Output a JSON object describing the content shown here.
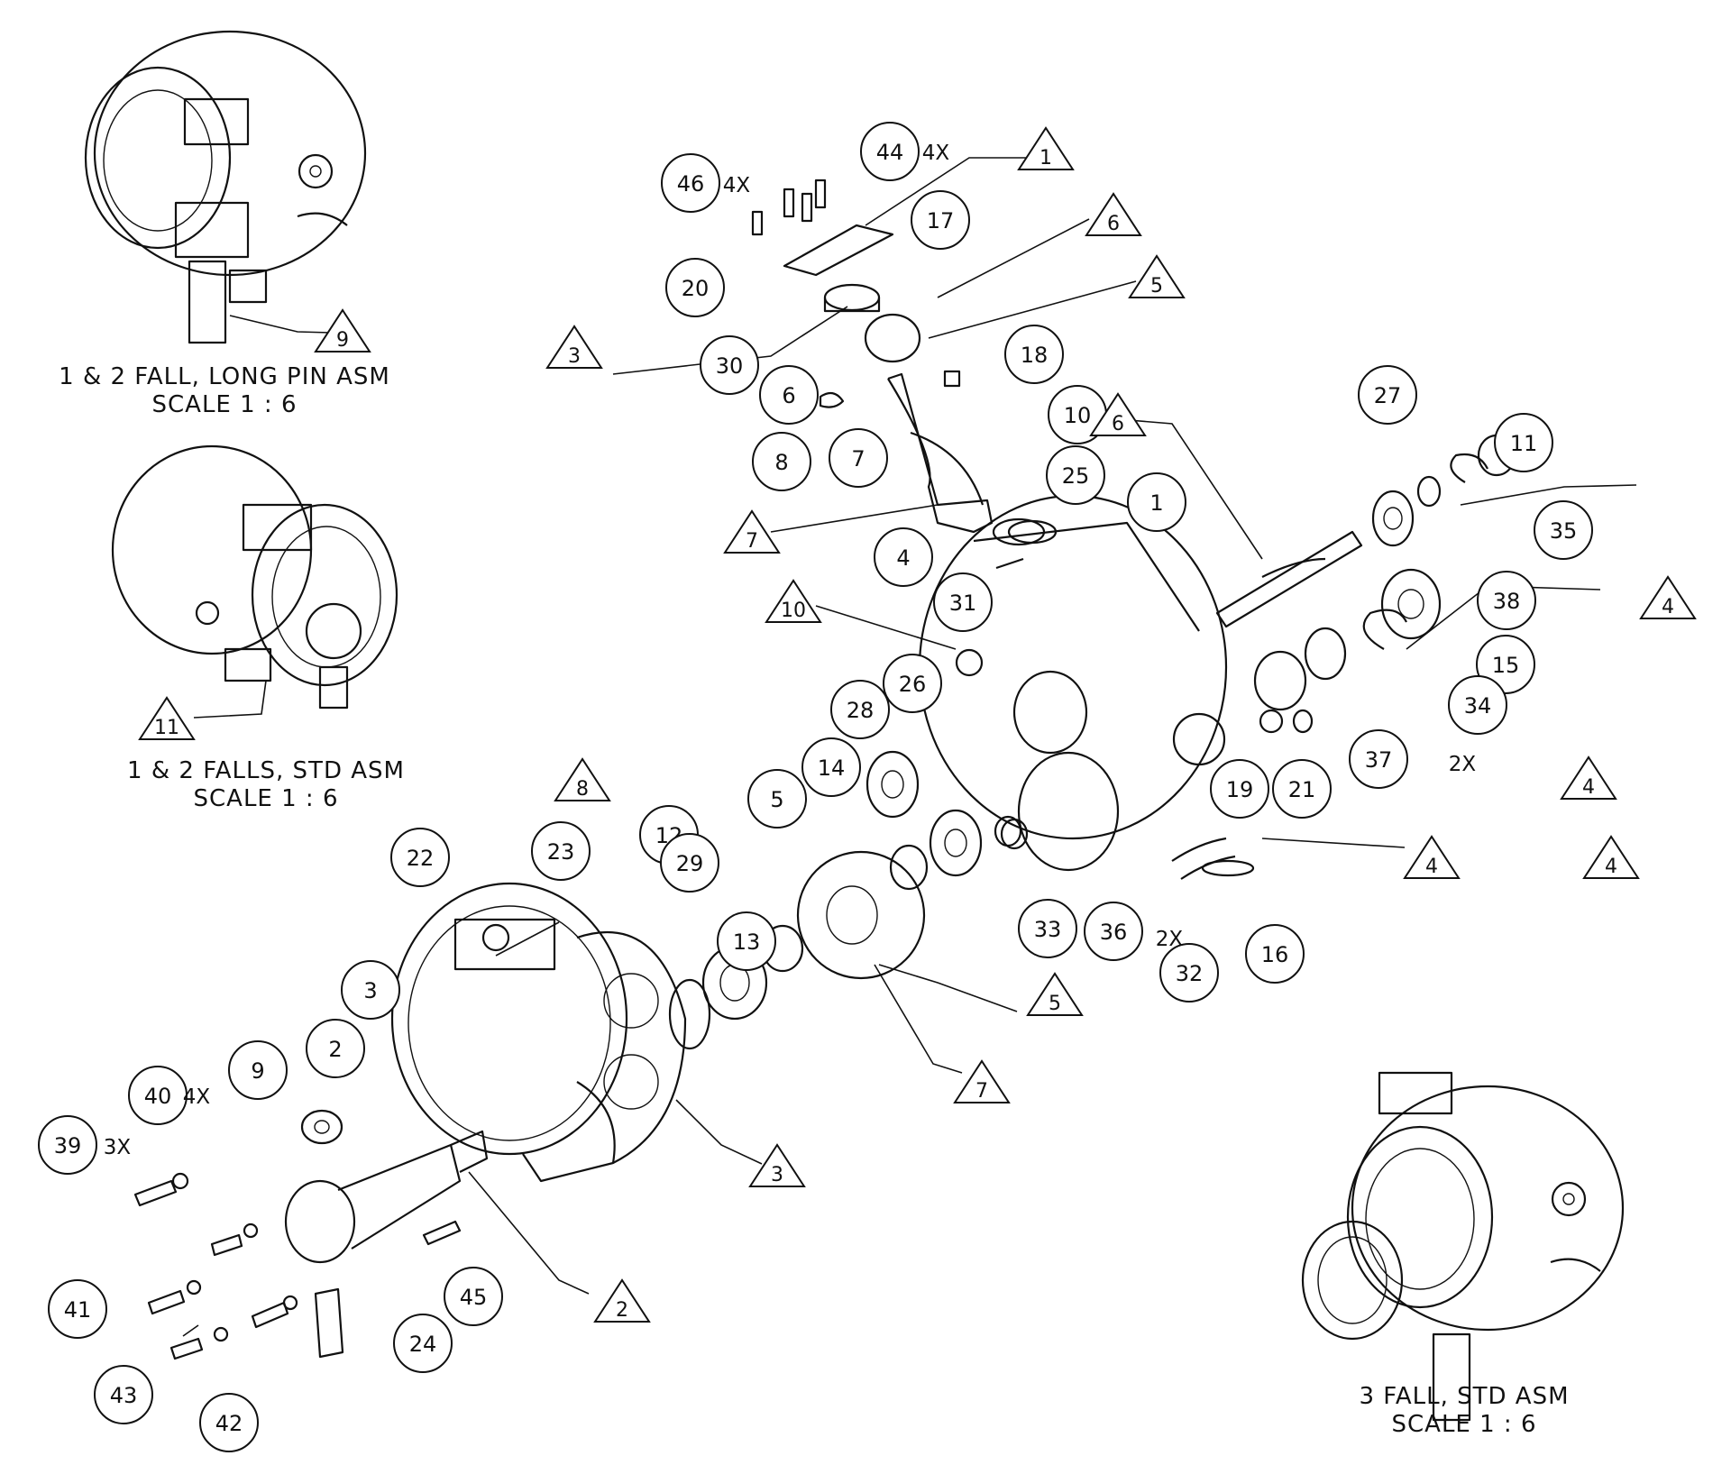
{
  "captions": [
    {
      "line1": "1 & 2 FALL, LONG PIN ASM",
      "line2": "SCALE 1 : 6"
    },
    {
      "line1": "1 & 2 FALLS, STD ASM",
      "line2": "SCALE 1 : 6"
    },
    {
      "line1": "3 FALL, STD ASM",
      "line2": "SCALE 1 : 6"
    }
  ],
  "balloons": [
    "1",
    "2",
    "3",
    "4",
    "5",
    "6",
    "7",
    "8",
    "9",
    "10",
    "11",
    "12",
    "13",
    "14",
    "15",
    "16",
    "17",
    "18",
    "19",
    "20",
    "21",
    "22",
    "23",
    "24",
    "25",
    "26",
    "27",
    "28",
    "29",
    "30",
    "31",
    "32",
    "33",
    "34",
    "35",
    "36",
    "37",
    "38",
    "39",
    "40",
    "41",
    "42",
    "43",
    "44",
    "45",
    "46"
  ],
  "triangles": [
    "1",
    "2",
    "3",
    "3",
    "4",
    "4",
    "4",
    "4",
    "5",
    "5",
    "6",
    "6",
    "7",
    "7",
    "8",
    "9",
    "10",
    "11"
  ],
  "quantities": [
    "4X",
    "4X",
    "2X",
    "2X",
    "3X",
    "4X"
  ],
  "line_color": "#111111"
}
